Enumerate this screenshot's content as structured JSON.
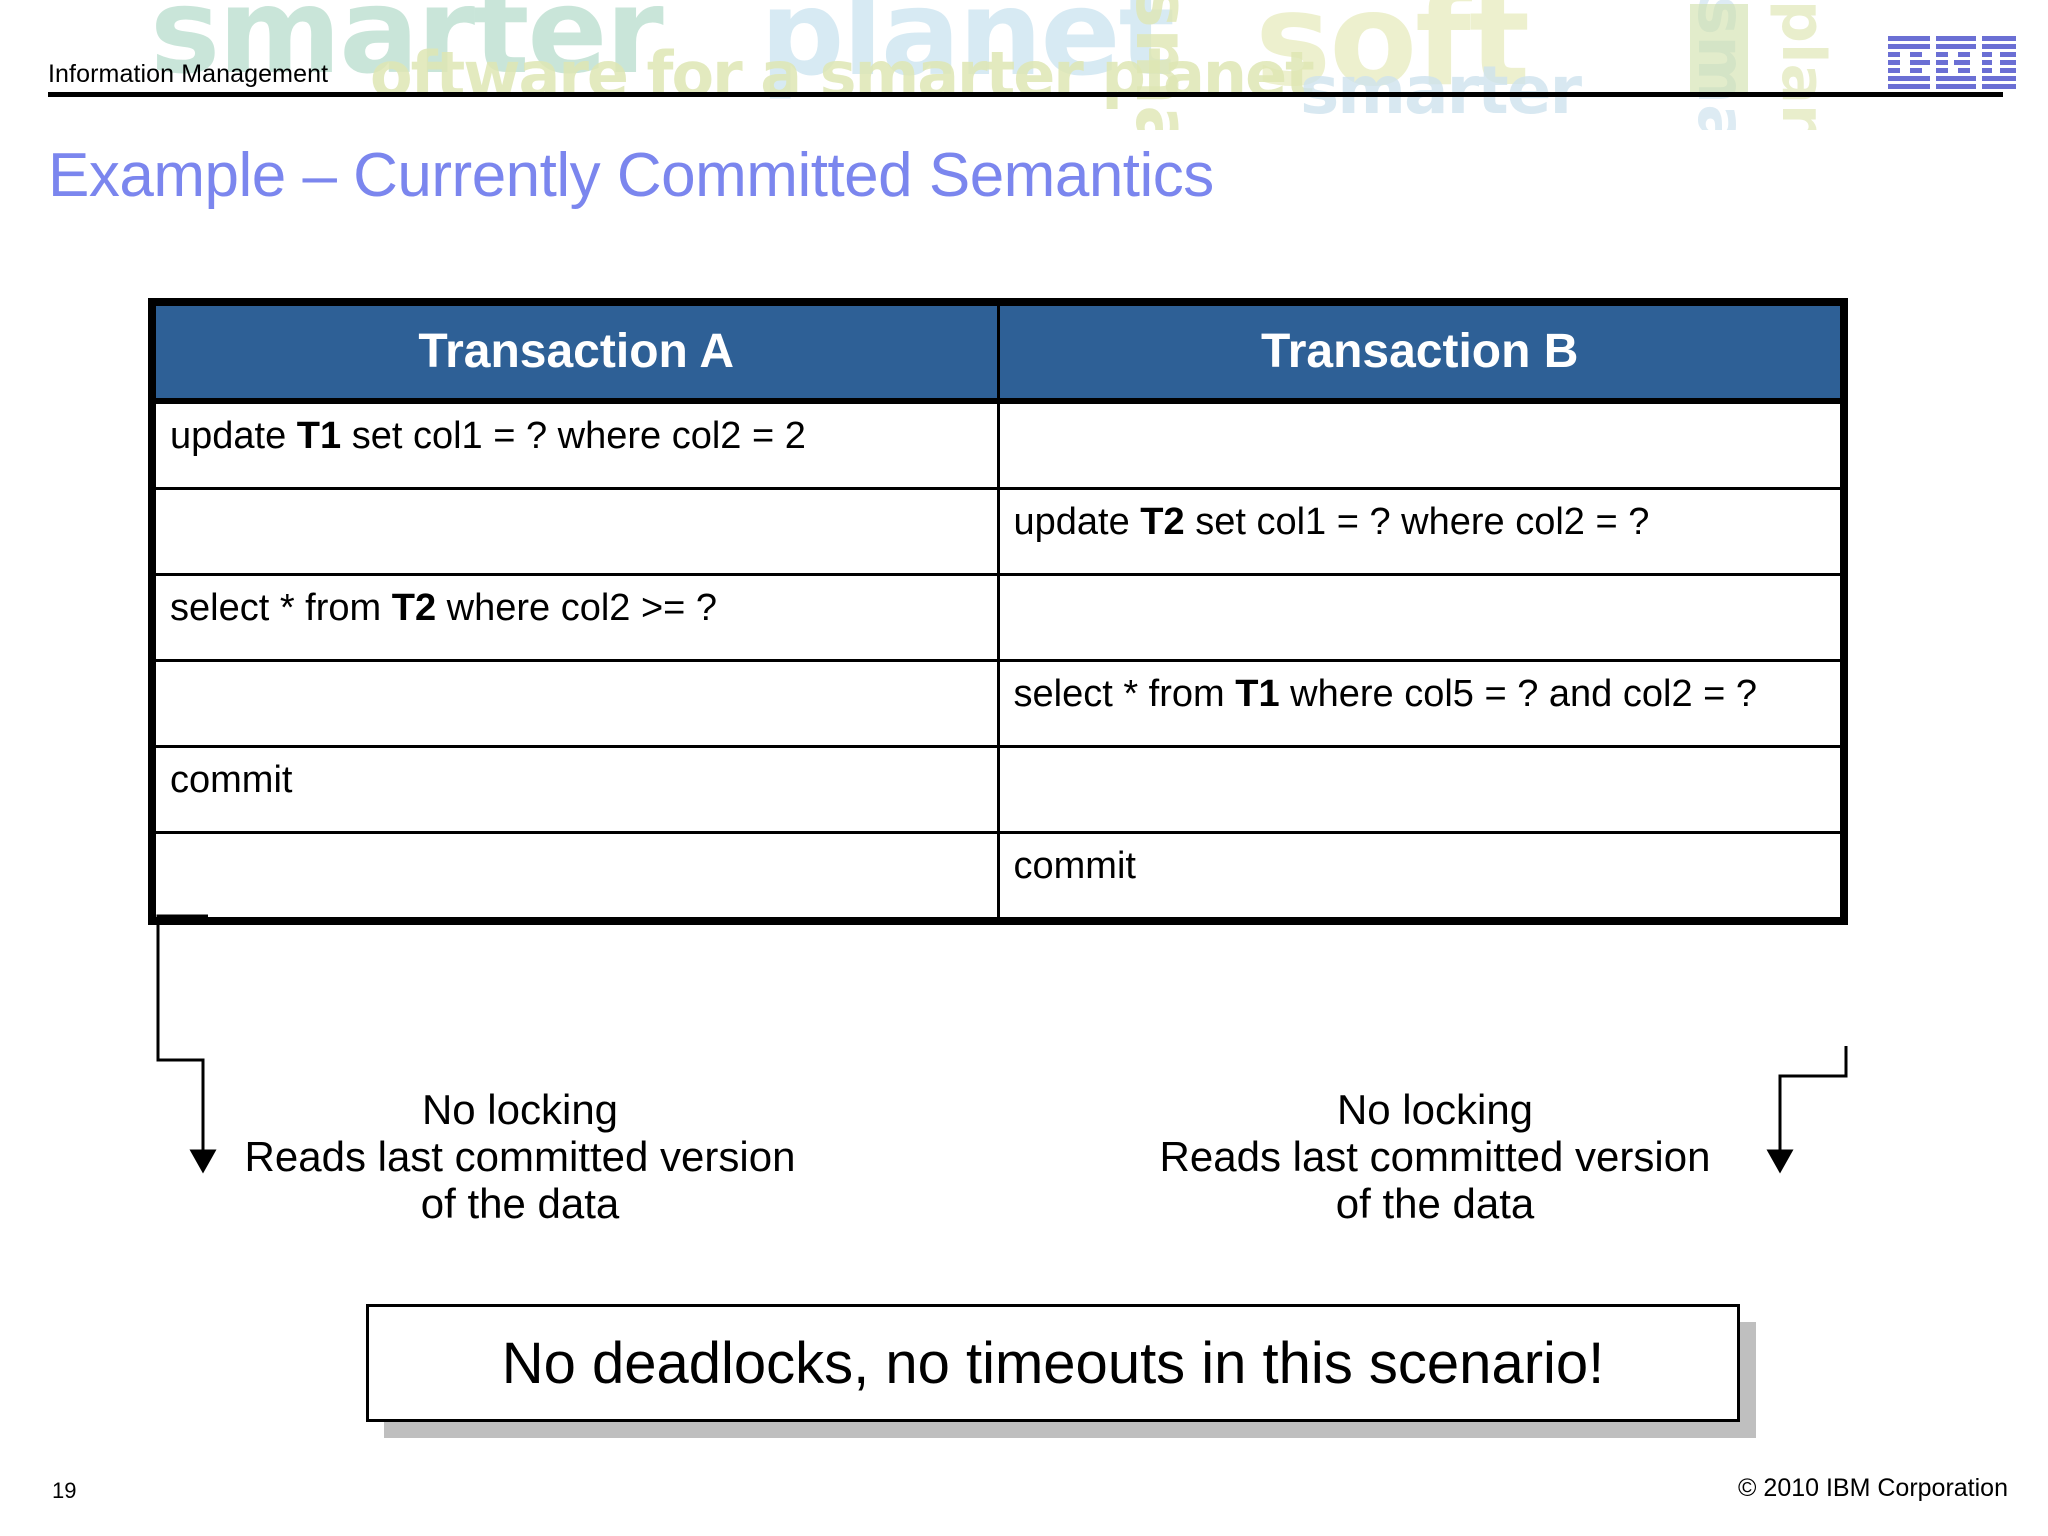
{
  "header": {
    "unit_label": "Information Management",
    "logo_name": "IBM",
    "watermark": {
      "word_smarter": "smarter",
      "word_planet": "planet",
      "word_soft": "soft",
      "word_software_for": "oftware for a smarter planet",
      "word_smarter_small": "smarter"
    }
  },
  "title": "Example – Currently Committed Semantics",
  "table": {
    "columns": [
      "Transaction A",
      "Transaction B"
    ],
    "header_bg": "#2E6096",
    "rows": [
      {
        "a_pre": "update ",
        "a_bold": "T1",
        "a_post": " set col1 = ? where col2 = 2",
        "b_pre": "",
        "b_bold": "",
        "b_post": ""
      },
      {
        "a_pre": "",
        "a_bold": "",
        "a_post": "",
        "b_pre": "update ",
        "b_bold": "T2",
        "b_post": " set col1 = ? where col2 = ?"
      },
      {
        "a_pre": "select * from ",
        "a_bold": "T2",
        "a_post": " where col2 >= ?",
        "b_pre": "",
        "b_bold": "",
        "b_post": ""
      },
      {
        "a_pre": "",
        "a_bold": "",
        "a_post": "",
        "b_pre": "select * from ",
        "b_bold": "T1",
        "b_post": " where col5 = ? and col2 = ?"
      },
      {
        "a_pre": "commit",
        "a_bold": "",
        "a_post": "",
        "b_pre": "",
        "b_bold": "",
        "b_post": ""
      },
      {
        "a_pre": "",
        "a_bold": "",
        "a_post": "",
        "b_pre": "commit",
        "b_bold": "",
        "b_post": ""
      }
    ]
  },
  "annotations": {
    "left": "No locking\nReads last committed version\nof the data",
    "right": "No locking\nReads last committed version\nof the data"
  },
  "callout": {
    "text": "No deadlocks, no timeouts in this scenario!"
  },
  "footer": {
    "slide_number": "19",
    "copyright": "© 2010 IBM Corporation"
  }
}
